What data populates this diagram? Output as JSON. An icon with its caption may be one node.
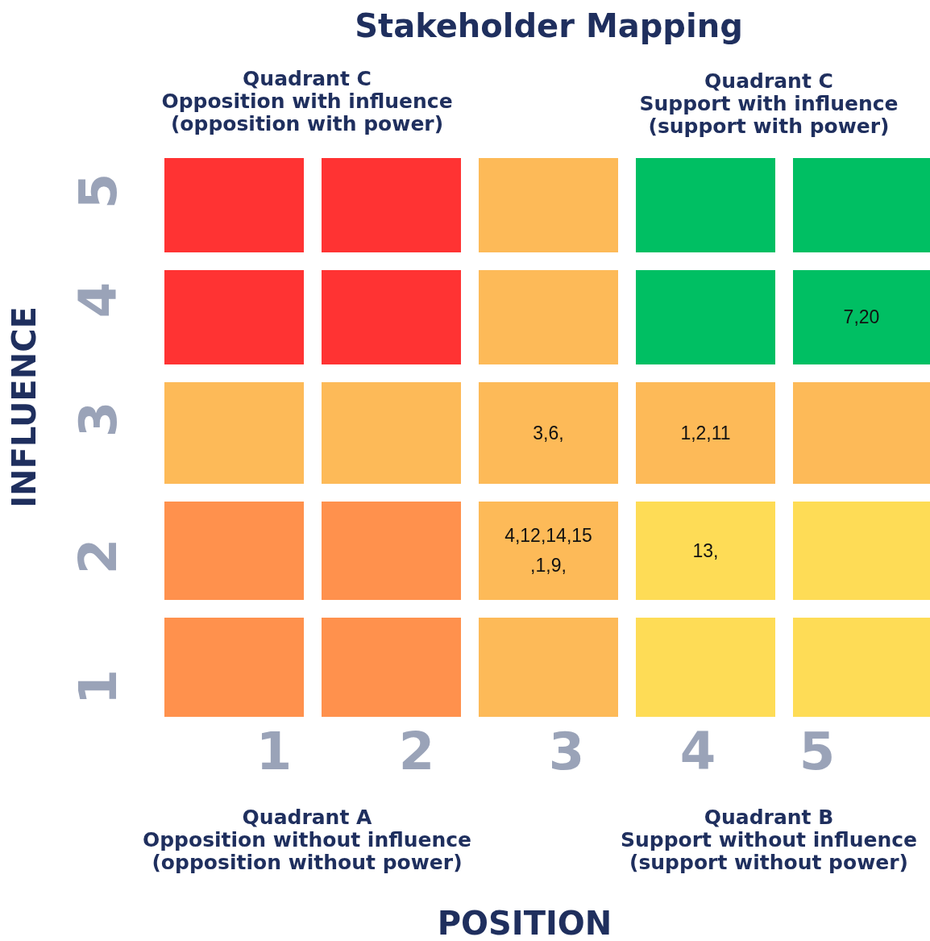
{
  "diagram": {
    "title": "Stakeholder Mapping",
    "nodes": [
      {
        "text": [],
        "shape": "box"
      },
      {
        "text": [],
        "shape": "box"
      },
      {
        "text": [],
        "shape": "box"
      },
      {
        "text": [],
        "shape": "box"
      },
      {
        "text": [],
        "shape": "box"
      },
      {
        "text": [],
        "shape": "box"
      },
      {
        "text": [],
        "shape": "box"
      },
      {
        "text": [],
        "shape": "box"
      },
      {
        "text": [],
        "shape": "box"
      },
      {
        "text": [
          "7,20"
        ]
      },
      {
        "text": [],
        "shape": "box"
      },
      {
        "text": [],
        "shape": "box"
      },
      {
        "text": [
          "3,6,"
        ]
      },
      {
        "text": [
          "1,2,11"
        ]
      },
      {
        "text": [],
        "shape": "box"
      },
      {
        "text": [],
        "shape": "box"
      },
      {
        "text": [],
        "shape": "box"
      },
      {
        "text": [
          "4,12,14,15 ,1,9,"
        ]
      },
      {
        "text": [
          "13,"
        ]
      },
      {
        "text": [],
        "shape": "box"
      },
      {
        "text": [],
        "shape": "box"
      },
      {
        "text": [],
        "shape": "box"
      },
      {
        "text": [],
        "shape": "box"
      },
      {
        "text": [],
        "shape": "box"
      },
      {
        "text": [],
        "shape": "box"
      }
    ],
    "labels": [
      "Quadrant C",
      "Opposition with influence",
      "(opposition with power)",
      "Quadrant C",
      "Support with influence",
      "(support with power)",
      "INFLUENCE",
      "5",
      "4",
      "3",
      "2",
      "1",
      "1",
      "2",
      "3",
      "4",
      "5",
      "Quadrant A",
      "Opposition without influence",
      "(opposition without power)",
      "Quadrant B",
      "Support without influence",
      "(support without power)",
      "POSITION"
    ]
  }
}
